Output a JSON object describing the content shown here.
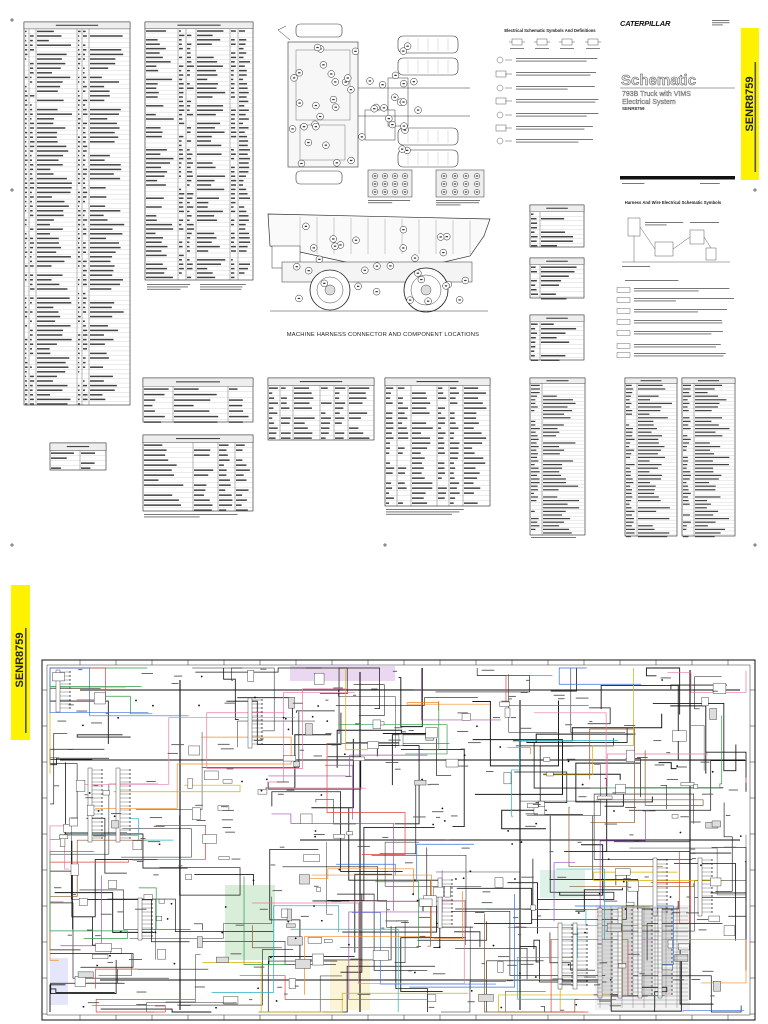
{
  "header": {
    "logo": "CATERPILLAR",
    "title": "Schematic",
    "subtitle": "793B Truck with VIMS",
    "system": "Electrical System",
    "form_number": "SENR8759"
  },
  "side_tab": {
    "form_number": "SENR8759"
  },
  "bottom_tab": {
    "form_number": "SENR8759"
  },
  "sections": {
    "symbols_heading": "Electrical Schematic Symbols And Definitions",
    "harness_heading": "Harness And Wire Electrical Schematic Symbols",
    "locations_caption": "MACHINE HARNESS CONNECTOR AND COMPONENT LOCATIONS"
  },
  "colors": {
    "tab_yellow": "#fff200",
    "ink": "#1a1a1a",
    "wires": [
      "#e0443a",
      "#3a6fd8",
      "#2e9a4a",
      "#f08a24",
      "#a050c0",
      "#e87aa8",
      "#2bb3c8",
      "#8a5a2b",
      "#d4b000"
    ]
  }
}
